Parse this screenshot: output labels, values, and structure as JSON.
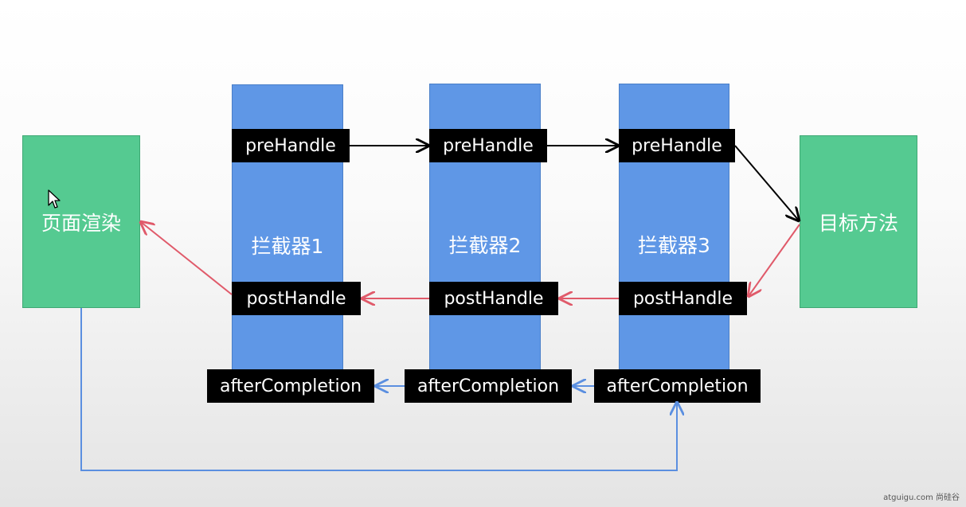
{
  "diagram": {
    "render_box": {
      "label": "页面渲染"
    },
    "target_box": {
      "label": "目标方法"
    },
    "interceptors": [
      {
        "name": "拦截器1",
        "pre": "preHandle",
        "post": "postHandle",
        "after": "afterCompletion"
      },
      {
        "name": "拦截器2",
        "pre": "preHandle",
        "post": "postHandle",
        "after": "afterCompletion"
      },
      {
        "name": "拦截器3",
        "pre": "preHandle",
        "post": "postHandle",
        "after": "afterCompletion"
      }
    ],
    "colors": {
      "interceptor_fill": "#5f97e6",
      "endpoint_fill": "#55ca91",
      "pre_arrow": "#000000",
      "post_arrow": "#e05a6a",
      "after_arrow": "#5b8fe0"
    }
  },
  "watermark": "atguigu.com 尚硅谷"
}
